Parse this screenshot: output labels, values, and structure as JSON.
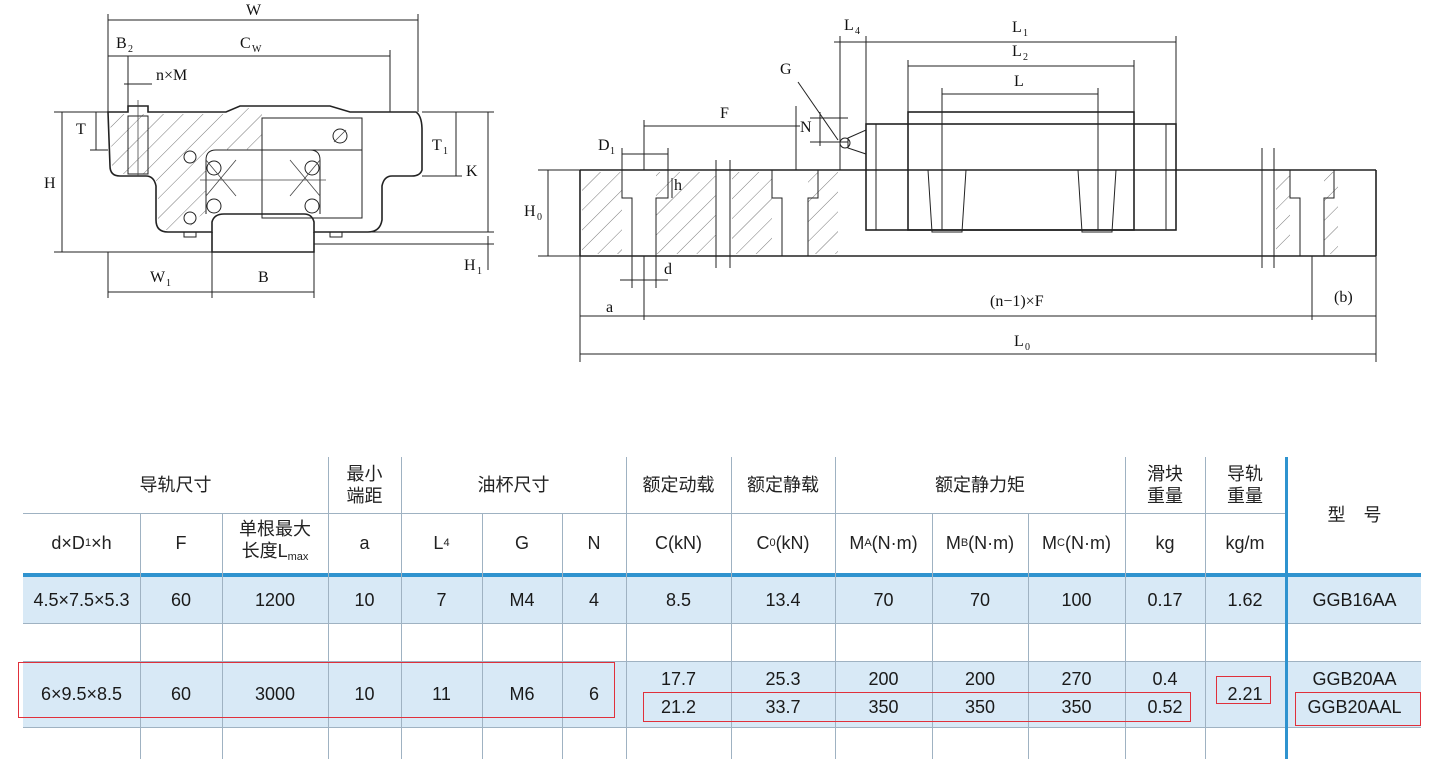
{
  "drawings": {
    "left_labels": {
      "W": "W",
      "B2": "B",
      "B2_sub": "2",
      "CW": "C",
      "CW_sub": "W",
      "nM": "n×M",
      "T": "T",
      "H": "H",
      "T1": "T",
      "T1_sub": "1",
      "K": "K",
      "H1": "H",
      "H1_sub": "1",
      "W1": "W",
      "W1_sub": "1",
      "B": "B"
    },
    "right_labels": {
      "L4": "L",
      "L4_sub": "4",
      "L1": "L",
      "L1_sub": "1",
      "L2": "L",
      "L2_sub": "2",
      "L": "L",
      "G": "G",
      "F": "F",
      "N": "N",
      "D1": "D",
      "D1_sub": "1",
      "h": "h",
      "H0": "H",
      "H0_sub": "0",
      "d": "d",
      "a": "a",
      "nF": "(n−1)×F",
      "b": "(b)",
      "L0": "L",
      "L0_sub": "0"
    }
  },
  "table": {
    "group_headers": {
      "rail_size": "导轨尺寸",
      "min_end_dist_1": "最小",
      "min_end_dist_2": "端距",
      "oil_cup_size": "油杯尺寸",
      "rated_dynamic": "额定动载",
      "rated_static": "额定静载",
      "rated_static_moment": "额定静力矩",
      "block_weight_1": "滑块",
      "block_weight_2": "重量",
      "rail_weight_1": "导轨",
      "rail_weight_2": "重量",
      "model": "型　号"
    },
    "sub_headers": {
      "dDh_main": "d×D",
      "dDh_sub": "1",
      "dDh_tail": "×h",
      "F": "F",
      "lmax_1": "单根最大",
      "lmax_2": "长度L",
      "lmax_sub": "max",
      "a": "a",
      "L4": "L",
      "L4_sub": "4",
      "G": "G",
      "N": "N",
      "C": "C(kN)",
      "C0_main": "C",
      "C0_sub": "0",
      "C0_tail": "(kN)",
      "MA_main": "M",
      "MA_sub": "A",
      "MA_tail": "(N·m)",
      "MB_main": "M",
      "MB_sub": "B",
      "MB_tail": "(N·m)",
      "MC_main": "M",
      "MC_sub": "C",
      "MC_tail": "(N·m)",
      "block_kg": "kg",
      "rail_kgm": "kg/m"
    },
    "rows": [
      {
        "dDh": "4.5×7.5×5.3",
        "F": "60",
        "Lmax": "1200",
        "a": "10",
        "L4": "7",
        "G": "M4",
        "N": "4",
        "C": "8.5",
        "C0": "13.4",
        "MA": "70",
        "MB": "70",
        "MC": "100",
        "block_kg": "0.17",
        "rail_kgm": "1.62",
        "model": "GGB16AA"
      },
      {
        "dDh": "6×9.5×8.5",
        "F": "60",
        "Lmax": "3000",
        "a": "10",
        "L4": "11",
        "G": "M6",
        "N": "6",
        "sub": [
          {
            "C": "17.7",
            "C0": "25.3",
            "MA": "200",
            "MB": "200",
            "MC": "270",
            "block_kg": "0.4",
            "model": "GGB20AA"
          },
          {
            "C": "21.2",
            "C0": "33.7",
            "MA": "350",
            "MB": "350",
            "MC": "350",
            "block_kg": "0.52",
            "model": "GGB20AAL"
          }
        ],
        "rail_kgm": "2.21"
      }
    ],
    "colors": {
      "band": "#d8e9f6",
      "accent": "#2f93cf",
      "highlight": "#e0303b"
    }
  }
}
